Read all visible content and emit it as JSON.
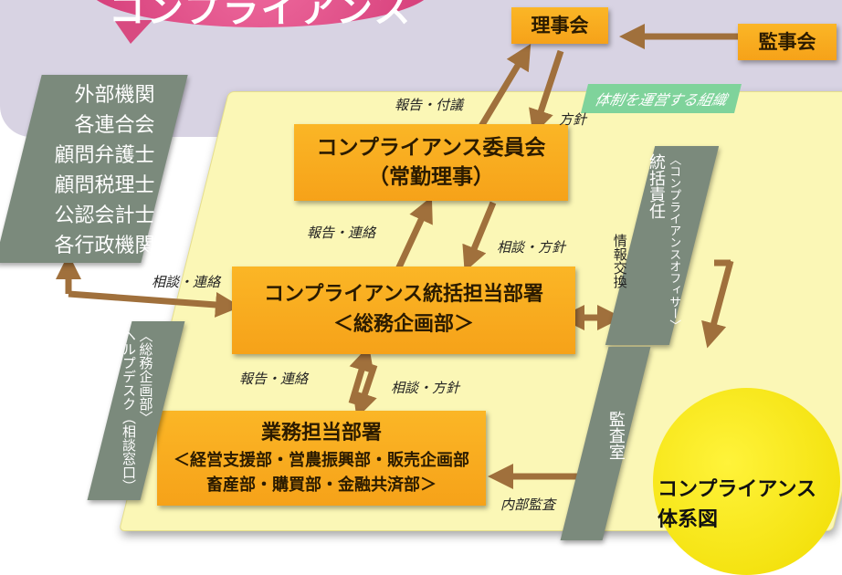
{
  "banner": {
    "title": "コンプライアンス"
  },
  "nodes": {
    "board": "理事会",
    "auditors": "監事会",
    "org_badge": "体制を運営する組織",
    "committee": {
      "line1": "コンプライアンス委員会",
      "line2": "（常勤理事）"
    },
    "general_dept": {
      "line1": "コンプライアンス統括担当部署",
      "line2": "＜総務企画部＞"
    },
    "business_dept": {
      "line1": "業務担当部署",
      "line2": "＜経営支援部・営農振興部・販売企画部",
      "line3": "畜産部・購買部・金融共済部＞"
    },
    "external": [
      "外部機関",
      "各連合会",
      "顧問弁護士",
      "顧問税理士",
      "公認会計士",
      "各行政機関"
    ],
    "helpdesk": {
      "line1": "ヘルプデスク（相談窓口）",
      "line2": "〈総務企画部〉"
    },
    "officer": {
      "line1": "統括責任",
      "line2": "〈コンプライアンスオフィサー〉"
    },
    "audit_office": "監査室",
    "caption": {
      "line1": "コンプライアンス",
      "line2": "体系図"
    }
  },
  "labels": {
    "report_proposal": "報告・付議",
    "policy": "方針",
    "report_contact_1": "報告・連絡",
    "consult_policy_1": "相談・方針",
    "consult_contact": "相談・連絡",
    "info_exchange": "情報交換",
    "report_contact_2": "報告・連絡",
    "consult_policy_2": "相談・方針",
    "internal_audit": "内部監査"
  },
  "colors": {
    "orange": "#f6a219",
    "gray": "#7b8a7c",
    "arrow": "#a0703c",
    "yellow_bg": "#fbf7b6",
    "badge_green": "#7fd39b",
    "circle_yellow": "#f0dc00",
    "banner_pink": "#d43c78"
  }
}
